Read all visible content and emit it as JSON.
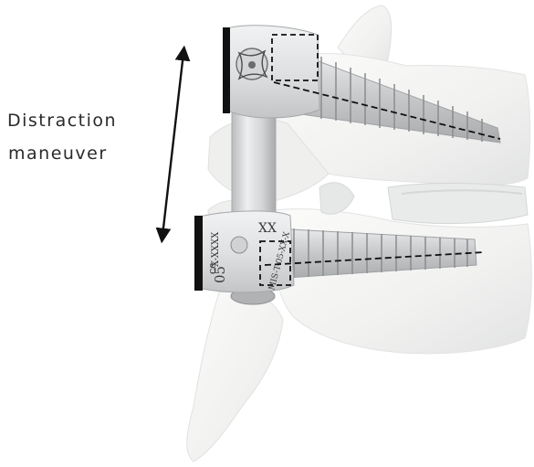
{
  "annotation": {
    "line1": "Distraction",
    "line2": "maneuver"
  },
  "upper_screw_head": {
    "marks": "",
    "color": "#e3e5e6"
  },
  "lower_screw_head": {
    "side_text": "X-XXXX",
    "top_text": "XX",
    "size_text": "05",
    "ce_mark": "ce",
    "part_text": "MIS-T-05-XX-X",
    "color": "#e3e5e6"
  },
  "colors": {
    "bone": "#f5f5f4",
    "bone_shadow": "#d9dadb",
    "metal": "#cfd1d3",
    "metal_dark": "#9a9c9e",
    "black_band": "#111111",
    "dashed": "#111111"
  }
}
